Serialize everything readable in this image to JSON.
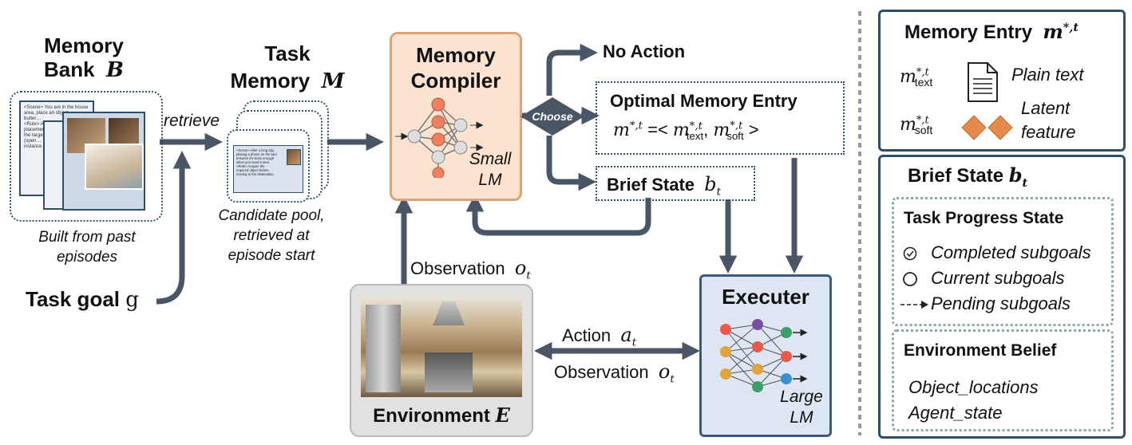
{
  "memory_bank": {
    "title_line1": "Memory",
    "title_line2": "Bank",
    "symbol": "B",
    "caption_line1": "Built from past",
    "caption_line2": "episodes",
    "card_text": [
      "<Scene> You are in the house",
      "area, place an object",
      "butter…",
      "<Rule> Acquire the",
      "placement…",
      "the target…",
      "(open…",
      "instance…"
    ]
  },
  "retrieve_label": "retrieve",
  "task_goal": {
    "label": "Task goal",
    "symbol": "g"
  },
  "task_memory": {
    "title_line1": "Task",
    "title_line2": "Memory",
    "symbol": "M",
    "caption_line1": "Candidate pool,",
    "caption_line2": "retrieved at",
    "caption_line3": "episode start",
    "card_text": [
      "<Scene> After a long day,",
      "placing a phone on the bed",
      "ensures it's close enough",
      "when you need it next.",
      "<Rule> Acquire the",
      "required object before",
      "moving to the destination."
    ]
  },
  "memory_compiler": {
    "title_line1": "Memory",
    "title_line2": "Compiler",
    "sub_line1": "Small",
    "sub_line2": "LM"
  },
  "choose_label": "Choose",
  "no_action_label": "No Action",
  "optimal_entry": {
    "title": "Optimal Memory Entry",
    "m": "m",
    "sup": "*,t",
    "eq": "=<",
    "text_sub": "text",
    "soft_sub": "soft",
    "close": ">"
  },
  "brief_state": {
    "label": "Brief State",
    "symbol": "b",
    "sub": "t"
  },
  "observation_top": {
    "label": "Observation",
    "symbol": "o",
    "sub": "t"
  },
  "environment": {
    "label": "Environment",
    "symbol": "E"
  },
  "executer": {
    "title": "Executer",
    "sub_line1": "Large",
    "sub_line2": "LM"
  },
  "action": {
    "label": "Action",
    "symbol": "a",
    "sub": "t"
  },
  "observation_bottom": {
    "label": "Observation",
    "symbol": "o",
    "sub": "t"
  },
  "legend_memory_entry": {
    "title": "Memory Entry",
    "symbol": "m",
    "sup": "*,t",
    "text_sub": "text",
    "soft_sub": "soft",
    "plain_text": "Plain text",
    "latent_line1": "Latent",
    "latent_line2": "feature"
  },
  "legend_brief_state": {
    "title": "Brief State",
    "symbol": "b",
    "sub": "t",
    "progress_title": "Task Progress State",
    "completed": "Completed subgoals",
    "current": "Current subgoals",
    "pending": "Pending subgoals",
    "belief_title": "Environment Belief",
    "belief_items": [
      "Object_locations",
      "Agent_state"
    ]
  },
  "colors": {
    "arrow": "#4a5566",
    "compiler_fill": "#fbe3cf",
    "compiler_border": "#d9a47b",
    "executer_fill": "#dde6f2",
    "executer_border": "#3d5a78",
    "env_fill": "#e1e1e1",
    "legend_border": "#2f4f66",
    "legend_dotted": "#8aa9a6",
    "node_orange": "#ee8060",
    "diamond": "#e48a4c"
  }
}
